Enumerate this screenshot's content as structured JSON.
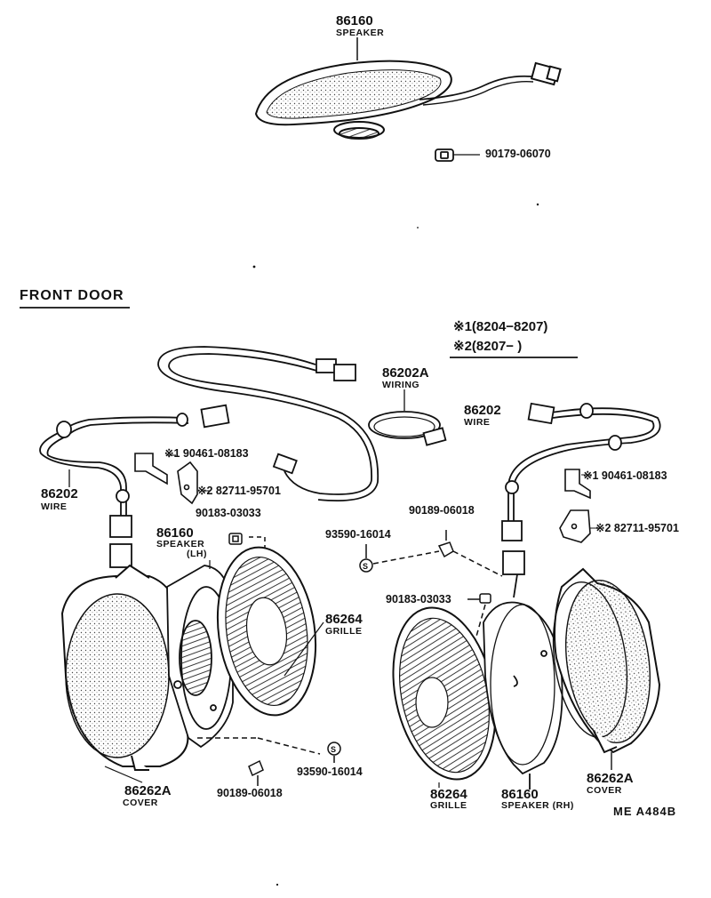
{
  "section_title": "FRONT DOOR",
  "legend": {
    "line1_mark": "※1",
    "line1_range": "(8204−8207)",
    "line2_mark": "※2",
    "line2_range": "(8207−        )"
  },
  "parts": {
    "top_speaker_pn": "86160",
    "top_speaker_name": "SPEAKER",
    "top_nut_pn": "90179-06070",
    "wiring_pn": "86202A",
    "wiring_name": "WIRING",
    "lh_wire_pn": "86202",
    "lh_wire_name": "WIRE",
    "lh_clip1": "※1 90461-08183",
    "lh_clip2": "※2 82711-95701",
    "lh_nut_pn": "90183-03033",
    "lh_speaker_pn": "86160",
    "lh_speaker_name": "SPEAKER",
    "lh_speaker_side": "(LH)",
    "lh_grille_pn": "86264",
    "lh_grille_name": "GRILLE",
    "lh_screw_pn": "93590-16014",
    "lh_clip_pn": "90189-06018",
    "lh_cover_pn": "86262A",
    "lh_cover_name": "COVER",
    "rh_wire_pn": "86202",
    "rh_wire_name": "WIRE",
    "rh_clip1": "※1 90461-08183",
    "rh_clip2": "※2 82711-95701",
    "rh_clip_pn": "90189-06018",
    "rh_screw_pn": "93590-16014",
    "rh_nut_pn": "90183-03033",
    "rh_grille_pn": "86264",
    "rh_grille_name": "GRILLE",
    "rh_speaker_pn": "86160",
    "rh_speaker_name": "SPEAKER (RH)",
    "rh_cover_pn": "86262A",
    "rh_cover_name": "COVER"
  },
  "reference_code": "ME  A484B"
}
